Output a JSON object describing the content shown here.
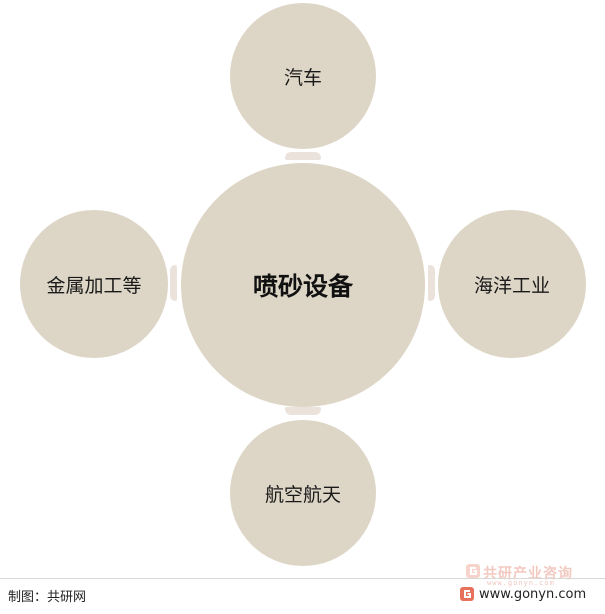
{
  "diagram": {
    "center": "喷砂设备",
    "top": "汽车",
    "left": "金属加工等",
    "right": "海洋工业",
    "bottom": "航空航天"
  },
  "footer": {
    "source": "制图：共研网",
    "watermark_title": "共研产业咨询",
    "watermark_sub": "www.gonyn.com",
    "url": "www.gonyn.com"
  },
  "colors": {
    "circle_fill": "#ddd6c6",
    "connector": "#ebe2dc",
    "watermark": "#e8715b"
  }
}
